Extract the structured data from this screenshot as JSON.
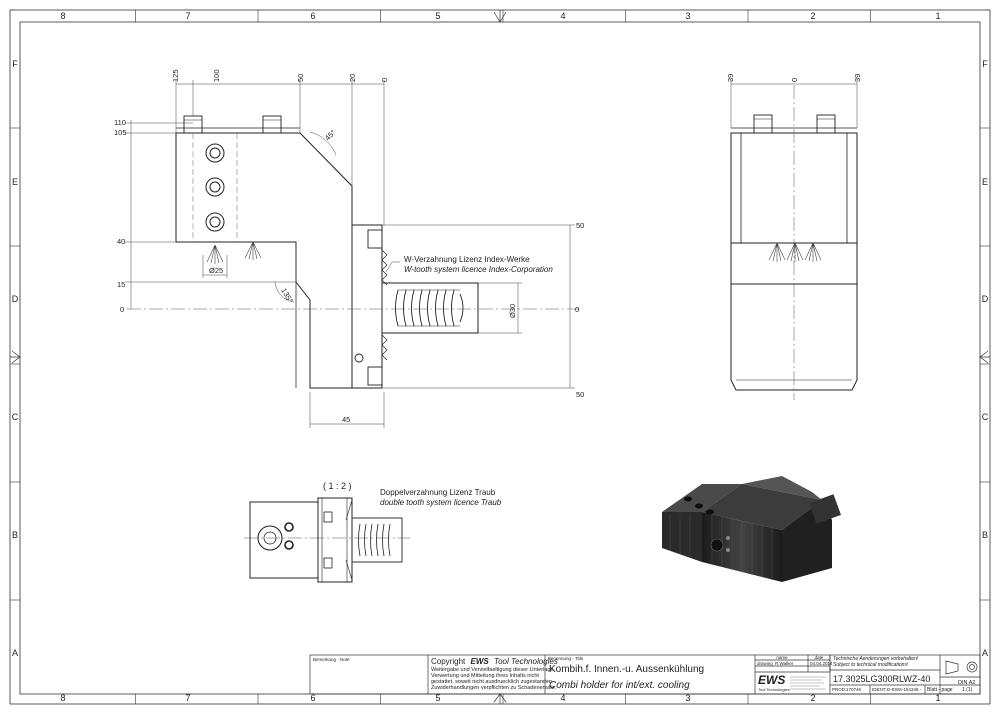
{
  "border": {
    "columns": [
      "8",
      "7",
      "6",
      "5",
      "4",
      "3",
      "2",
      "1"
    ],
    "rows": [
      "F",
      "E",
      "D",
      "C",
      "B",
      "A"
    ]
  },
  "front_view": {
    "dims_top": [
      "125",
      "100",
      "50",
      "20",
      "0"
    ],
    "dims_left": [
      "110",
      "105",
      "40",
      "15",
      "0"
    ],
    "dims_right": [
      "50",
      "0",
      "50"
    ],
    "dim_bottom": "45",
    "dim_hole": "Ø25",
    "dim_shank": "Ø30",
    "angle_top": "45°",
    "angle_bottom": "135°",
    "note_de": "W-Verzahnung Lizenz Index-Werke",
    "note_en": "W-tooth system licence Index-Corporation"
  },
  "side_view": {
    "dims_top": [
      "39",
      "0",
      "39"
    ]
  },
  "detail_view": {
    "scale": "( 1 : 2 )",
    "note_de": "Doppelverzahnung Lizenz Traub",
    "note_en": "double tooth system licence Traub"
  },
  "title_block": {
    "remarks_label": "Bemerkung - Note",
    "copyright_prefix": "Copyright",
    "copyright_brand": "EWS",
    "copyright_suffix": "Tool Technologies",
    "legal_lines": [
      "Weitergabe und Vervielfaeltigung dieser Unterlage,",
      "Verwertung und Mitteilung ihres Inhalts nicht",
      "gestattet, soweit nicht ausdruecklich zugestanden.",
      "Zuwiderhandlungen verpflichten zu Schadenersatz."
    ],
    "title_label": "Benennung - Title",
    "title_de": "Kombih.f. Innen.-u. Aussenkühlung",
    "title_en": "Combi holder for int/ext. cooling",
    "col_name": "name",
    "col_date": "date",
    "row_drawing": "drawing",
    "drawing_name": "R.Walker",
    "drawing_date": "04.04.2014",
    "logo": "EWS",
    "logo_sub": "Tool Technologies",
    "changes_de": "Technische Aenderungen vorbehalten!",
    "changes_en": "Subject to technical modifications!",
    "part_number": "17.3025LG300RLWZ-40",
    "format": "DIN A2",
    "prod_label": "PROD:",
    "prod_value": "170746",
    "ident_label": "IDENT:",
    "ident_value": "D-EWS-154346 -",
    "sheet_label": "Blatt - page",
    "sheet_value": "1 (1)"
  }
}
